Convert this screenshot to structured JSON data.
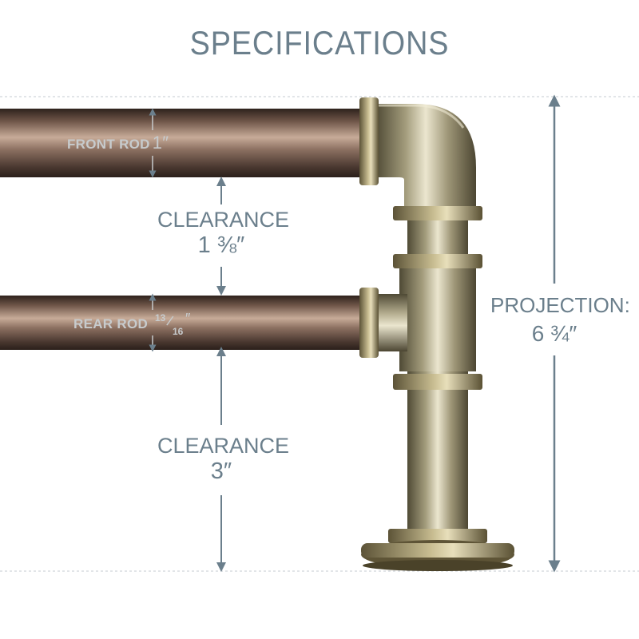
{
  "title": "SPECIFICATIONS",
  "front_rod": {
    "label": "FRONT ROD",
    "size": "1″"
  },
  "rear_rod": {
    "label": "REAR ROD",
    "num": "13",
    "den": "16",
    "unit": "″"
  },
  "clearance_upper": {
    "label": "CLEARANCE",
    "value": "1 ⅜″"
  },
  "clearance_lower": {
    "label": "CLEARANCE",
    "value": "3″"
  },
  "projection": {
    "label": "PROJECTION:",
    "value": "6 ¾″"
  },
  "colors": {
    "text": "#6b7f8c",
    "arrow": "#6b7f8c",
    "rod_label": "#c7cbcd",
    "rod_dark": "#3a2a22",
    "rod_light": "#b59a88",
    "fitting_dark": "#5a5540",
    "fitting_light": "#e5e0c9"
  }
}
